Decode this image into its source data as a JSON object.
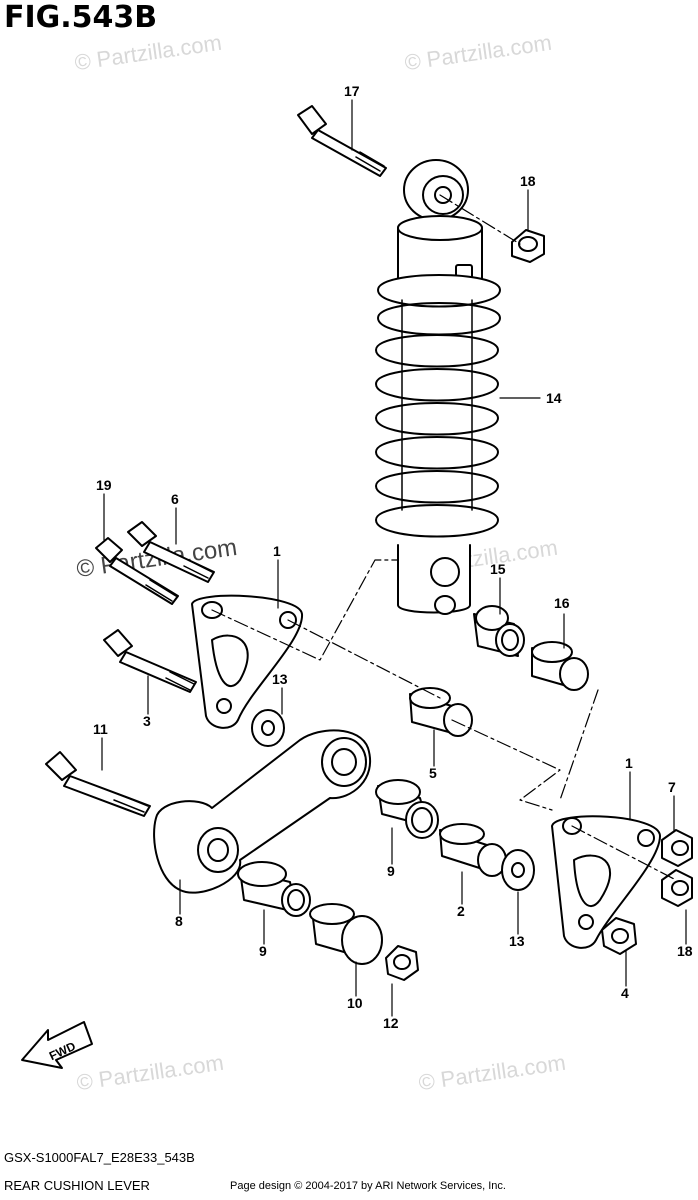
{
  "figure_title": "FIG.543B",
  "callouts": [
    "17",
    "18",
    "14",
    "19",
    "6",
    "1",
    "15",
    "16",
    "3",
    "13",
    "5",
    "11",
    "7",
    "1",
    "9",
    "8",
    "2",
    "13",
    "18",
    "9",
    "4",
    "10",
    "12"
  ],
  "watermark": "© Partzilla.com",
  "fwd_label": "FWD",
  "footer": {
    "model_code": "GSX-S1000FAL7_E28E33_543B",
    "section_name": "REAR CUSHION LEVER",
    "credit": "Page design © 2004-2017 by ARI Network Services, Inc."
  }
}
